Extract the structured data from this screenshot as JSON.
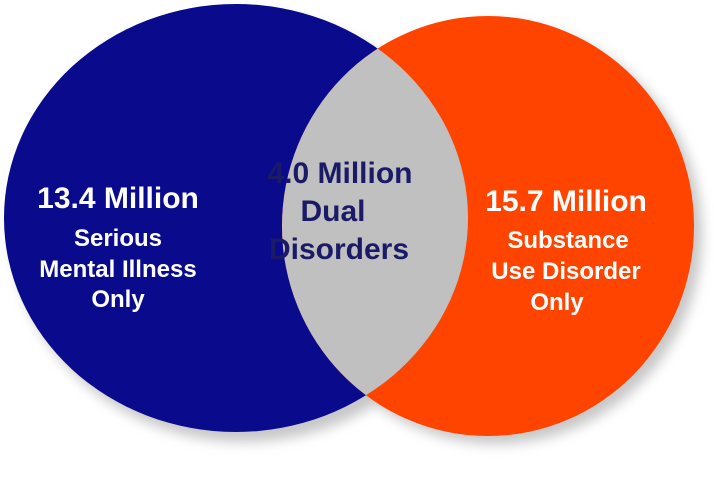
{
  "colors": {
    "left_circle": "#0a0a8c",
    "right_circle": "#ff4400",
    "overlap": "#c0c0c0",
    "left_text": "#ffffff",
    "right_text": "#ffffff",
    "overlap_text": "#1a1a66",
    "shadow": "#9a9a9a"
  },
  "left": {
    "value": "13.4 Million",
    "line1": "Serious",
    "line2": "Mental Illness",
    "line3": "Only"
  },
  "overlap": {
    "value": "4.0 Million",
    "line1": "Dual",
    "line2": "Disorders"
  },
  "right": {
    "value": "15.7 Million",
    "line1": "Substance",
    "line2": "Use Disorder",
    "line3": "Only"
  }
}
